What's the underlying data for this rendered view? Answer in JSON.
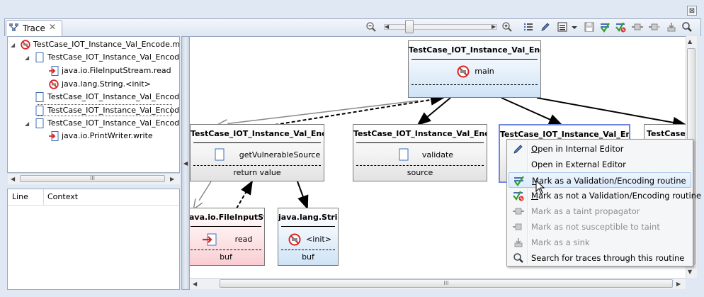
{
  "view": {
    "tab_label": "Trace",
    "tab_close": "✕",
    "close_glyph": "⊠"
  },
  "toolbar": {
    "icons": [
      "zoom-out-icon",
      "scroll-left-icon",
      "scroll-right-icon",
      "zoom-in-icon",
      "list-icon",
      "pencil-icon",
      "properties-icon",
      "dropdown-icon",
      "save-icon",
      "mark-validation-icon",
      "mark-not-validation-icon",
      "taint-propagator-icon",
      "not-susceptible-icon",
      "sink-icon",
      "search-icon"
    ]
  },
  "tree": {
    "items": [
      {
        "label": "TestCase_IOT_Instance_Val_Encode.m",
        "indent": 0,
        "twist": "◢",
        "icon": "no-entry"
      },
      {
        "label": "TestCase_IOT_Instance_Val_Encode",
        "indent": 1,
        "twist": "◢",
        "icon": "doc"
      },
      {
        "label": "java.io.FileInputStream.read",
        "indent": 2,
        "twist": "",
        "icon": "source"
      },
      {
        "label": "java.lang.String.<init>",
        "indent": 2,
        "twist": "",
        "icon": "no-entry"
      },
      {
        "label": "TestCase_IOT_Instance_Val_Encode",
        "indent": 1,
        "twist": "",
        "icon": "doc"
      },
      {
        "label": "TestCase_IOT_Instance_Val_Encode",
        "indent": 1,
        "twist": "",
        "icon": "doc",
        "selected": true
      },
      {
        "label": "TestCase_IOT_Instance_Val_Encode",
        "indent": 1,
        "twist": "◢",
        "icon": "doc"
      },
      {
        "label": "java.io.PrintWriter.write",
        "indent": 2,
        "twist": "",
        "icon": "source"
      }
    ],
    "hscroll_grip": "III"
  },
  "context": {
    "col_line": "Line",
    "col_context": "Context"
  },
  "graph": {
    "nodes": {
      "top": {
        "title": "TestCase_IOT_Instance_Val_Encode",
        "method": "main",
        "foot": ""
      },
      "n1": {
        "title": "TestCase_IOT_Instance_Val_Encode",
        "method": "getVulnerableSource",
        "foot": "return value"
      },
      "n2": {
        "title": "TestCase_IOT_Instance_Val_Encode",
        "method": "validate",
        "foot": "source"
      },
      "n3": {
        "title": "TestCase_IOT_Instance_Val_Encode",
        "method": "",
        "foot": ""
      },
      "n4": {
        "title": "TestCase_I",
        "method": "",
        "foot": ""
      },
      "fis": {
        "title": "ava.io.FileInputStream",
        "method": "read",
        "foot": "buf"
      },
      "str": {
        "title": "java.lang.String",
        "method": "<init>",
        "foot": "buf"
      }
    },
    "hscroll_grip": "III"
  },
  "menu": {
    "items": [
      {
        "label": "Open in Internal Editor",
        "mnemonic": "O",
        "icon": "pencil",
        "state": "normal"
      },
      {
        "label": "Open in External Editor",
        "mnemonic": "",
        "icon": "",
        "state": "normal"
      },
      {
        "label": "Mark as a Validation/Encoding routine",
        "mnemonic": "M",
        "icon": "check",
        "state": "highlight"
      },
      {
        "label": "Mark as not a Validation/Encoding routine",
        "mnemonic": "M",
        "icon": "check-x",
        "state": "normal"
      },
      {
        "label": "Mark as a taint propagator",
        "mnemonic": "",
        "icon": "propagator",
        "state": "disabled"
      },
      {
        "label": "Mark as not susceptible to taint",
        "mnemonic": "",
        "icon": "not-susceptible",
        "state": "disabled"
      },
      {
        "label": "Mark as a sink",
        "mnemonic": "",
        "icon": "sink",
        "state": "disabled"
      },
      {
        "label": "Search for traces through this routine",
        "mnemonic": "",
        "icon": "magnifier",
        "state": "normal"
      }
    ]
  },
  "colors": {
    "accent": "#6f86e0",
    "frame": "#dfe8f3",
    "menu_highlight": "#dcebfb"
  }
}
